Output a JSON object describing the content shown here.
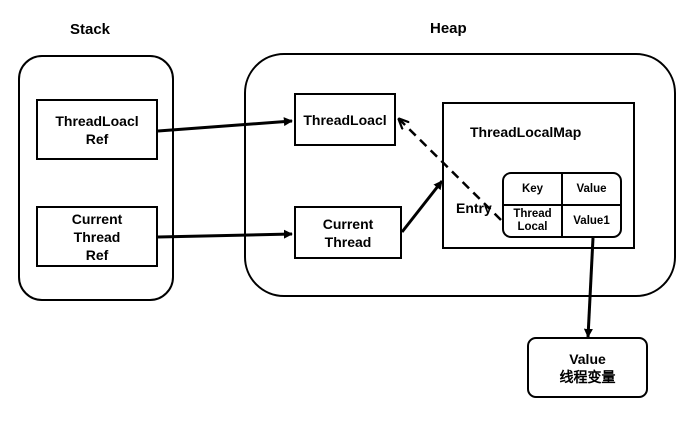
{
  "stack": {
    "title": "Stack",
    "threadlocal_ref": "ThreadLoacl\nRef",
    "current_thread_ref": "Current\nThread\nRef"
  },
  "heap": {
    "title": "Heap",
    "threadlocal": "ThreadLoacl",
    "current_thread": "Current\nThread",
    "map": {
      "title": "ThreadLocalMap",
      "entry_label": "Entry",
      "key_header": "Key",
      "value_header": "Value",
      "key_cell": "Thread\nLocal",
      "value_cell": "Value1"
    }
  },
  "value_box": {
    "line1": "Value",
    "line2": "线程变量"
  }
}
